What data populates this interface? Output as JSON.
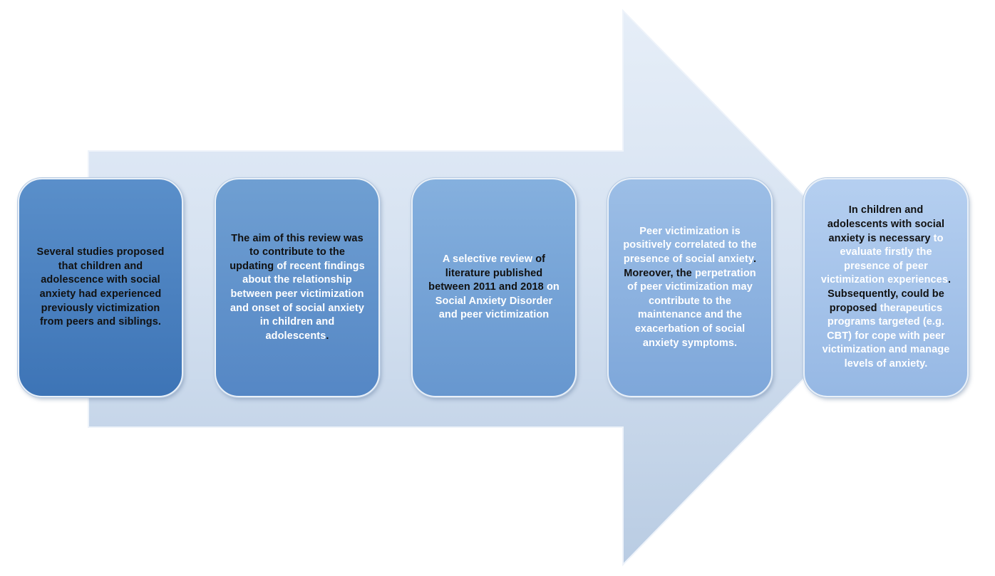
{
  "colors": {
    "arrow_light": "#dce7f4",
    "arrow_dark": "#b3c8e2",
    "box_1": "#4a82c1",
    "box_2": "#6393cc",
    "box_3": "#76a3d7",
    "box_4": "#8db3e0",
    "box_5": "#a6c4ea"
  },
  "boxes": [
    {
      "parts": [
        {
          "text": "Several studies proposed that children and adolescence with social anxiety had experienced previously victimization from peers and siblings.",
          "color": "black"
        }
      ]
    },
    {
      "parts": [
        {
          "text": "The aim of this review was to contribute to the updating ",
          "color": "black"
        },
        {
          "text": "of recent findings about the relationship between peer victimization and onset of social anxiety in children and adolescents",
          "color": "white"
        },
        {
          "text": ".",
          "color": "black"
        }
      ]
    },
    {
      "parts": [
        {
          "text": "A selective review ",
          "color": "white"
        },
        {
          "text": "of literature published between 2011 and 2018 ",
          "color": "black"
        },
        {
          "text": "on Social Anxiety Disorder and peer victimization",
          "color": "white"
        }
      ]
    },
    {
      "parts": [
        {
          "text": "Peer victimization is positively correlated to the presence of social anxiety",
          "color": "white"
        },
        {
          "text": ". Moreover, the ",
          "color": "black"
        },
        {
          "text": "perpetration of peer victimization may contribute to the maintenance and the exacerbation of social anxiety symptoms.",
          "color": "white"
        }
      ]
    },
    {
      "parts": [
        {
          "text": "In children and adolescents with social anxiety  is necessary ",
          "color": "black"
        },
        {
          "text": "to evaluate firstly the presence of peer victimization experiences",
          "color": "white"
        },
        {
          "text": ". Subsequently, could be proposed ",
          "color": "black"
        },
        {
          "text": "therapeutics programs targeted (e.g. CBT) for cope with peer victimization and manage levels of anxiety.",
          "color": "white"
        }
      ]
    }
  ]
}
